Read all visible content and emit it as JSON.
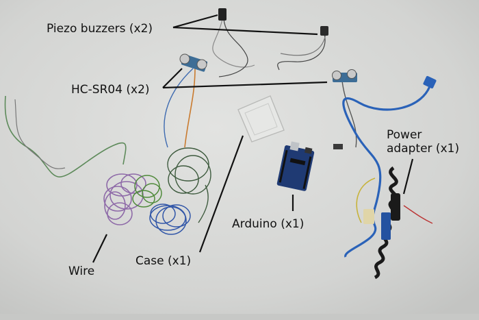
{
  "labels": {
    "piezo": "Piezo buzzers (x2)",
    "hcsr04": "HC-SR04 (x2)",
    "wire": "Wire",
    "case": "Case (x1)",
    "arduino": "Arduino (x1)",
    "power_line1": "Power",
    "power_line2": "adapter (x1)"
  },
  "colors": {
    "table": "#d7d8d6",
    "arduino_board": "#1f3a73",
    "wire_purple": "#8e6aa8",
    "wire_green": "#4f8a3a",
    "wire_blue": "#3156a8",
    "usb_cable": "#2a62b8",
    "leader_lines": "#111111"
  }
}
